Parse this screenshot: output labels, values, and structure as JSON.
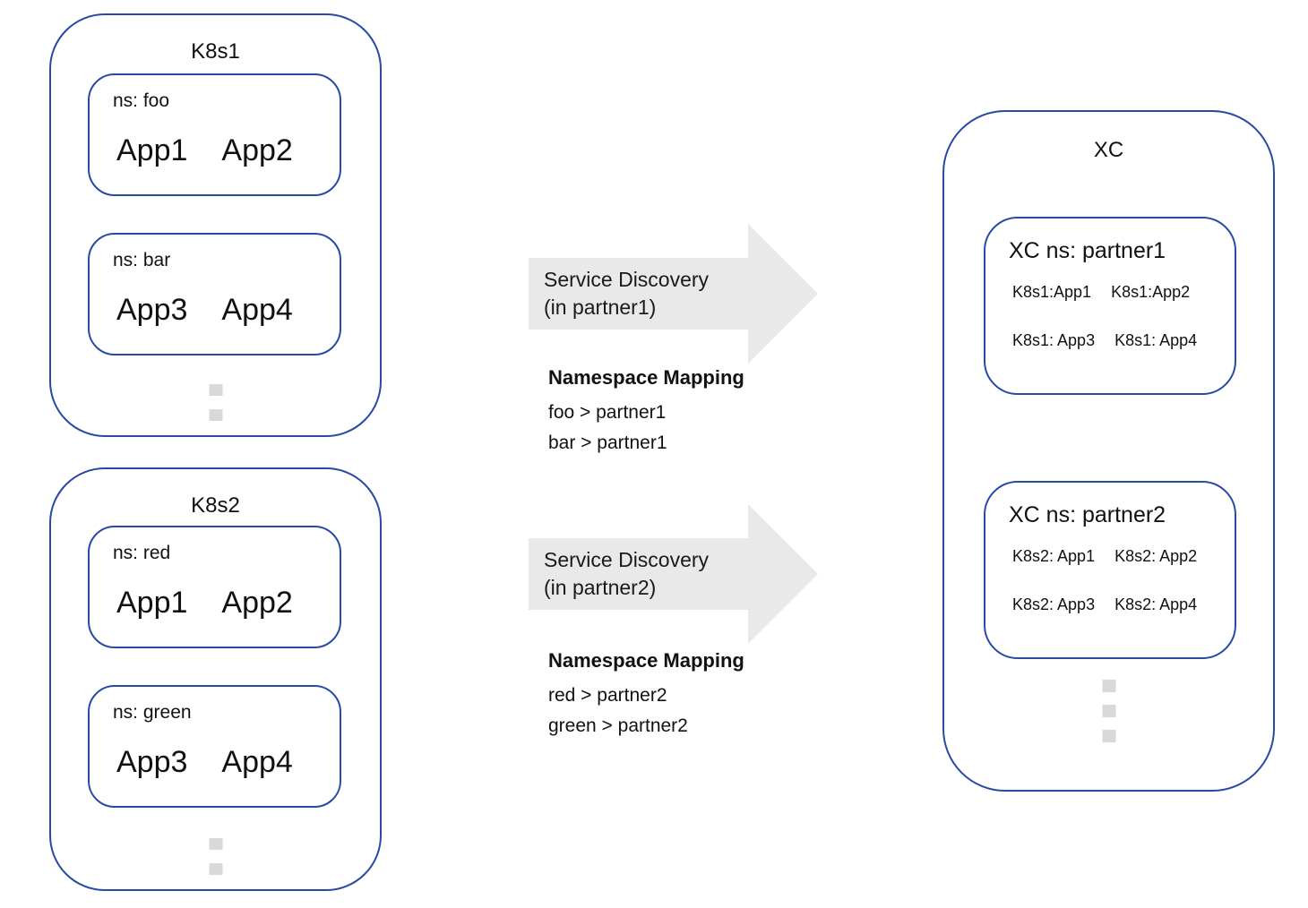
{
  "colors": {
    "border_blue": "#2949a5",
    "arrow_gray": "#e9e9e9",
    "dot_gray": "#d9d9d9",
    "text": "#111111"
  },
  "clusters": [
    {
      "title": "K8s1",
      "namespaces": [
        {
          "label": "ns: foo",
          "apps": [
            "App1",
            "App2"
          ]
        },
        {
          "label": "ns: bar",
          "apps": [
            "App3",
            "App4"
          ]
        }
      ]
    },
    {
      "title": "K8s2",
      "namespaces": [
        {
          "label": "ns: red",
          "apps": [
            "App1",
            "App2"
          ]
        },
        {
          "label": "ns: green",
          "apps": [
            "App3",
            "App4"
          ]
        }
      ]
    }
  ],
  "flows": [
    {
      "arrow_line1": "Service Discovery",
      "arrow_line2": "(in partner1)",
      "mapping_title": "Namespace Mapping",
      "mappings": [
        "foo > partner1",
        "bar > partner1"
      ]
    },
    {
      "arrow_line1": "Service Discovery",
      "arrow_line2": "(in partner2)",
      "mapping_title": "Namespace Mapping",
      "mappings": [
        "red > partner2",
        "green > partner2"
      ]
    }
  ],
  "xc": {
    "title": "XC",
    "namespaces": [
      {
        "label": "XC ns: partner1",
        "rows": [
          [
            "K8s1:App1",
            "K8s1:App2"
          ],
          [
            "K8s1: App3",
            "K8s1: App4"
          ]
        ]
      },
      {
        "label": "XC ns: partner2",
        "rows": [
          [
            "K8s2: App1",
            "K8s2: App2"
          ],
          [
            "K8s2: App3",
            "K8s2: App4"
          ]
        ]
      }
    ]
  }
}
